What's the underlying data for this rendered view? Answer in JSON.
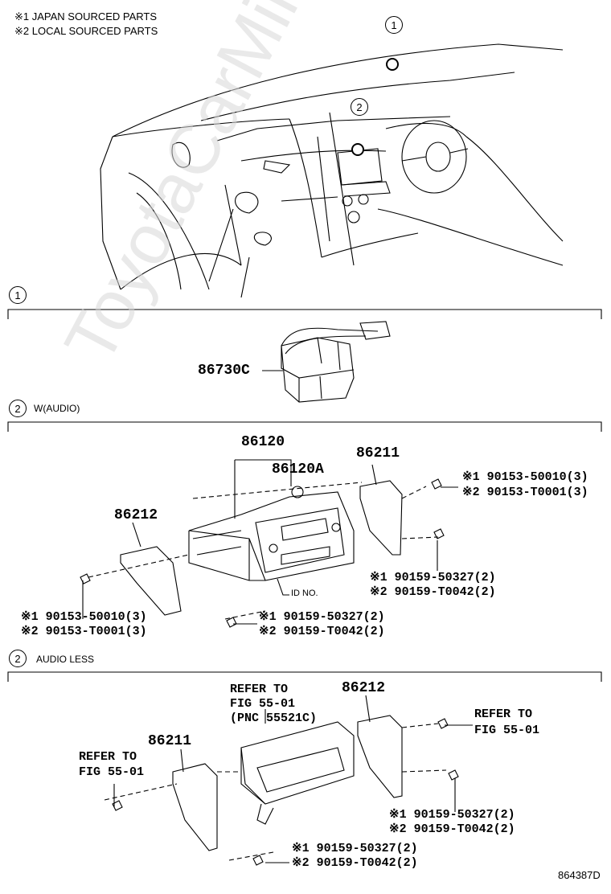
{
  "notes": {
    "note1": "※1 JAPAN SOURCED PARTS",
    "note2": "※2 LOCAL SOURCED PARTS"
  },
  "callouts": {
    "c1": "1",
    "c2": "2"
  },
  "sections": {
    "s1_num": "1",
    "s2a_num": "2",
    "s2a_title": "W(AUDIO)",
    "s2b_num": "2",
    "s2b_title": "AUDIO LESS"
  },
  "section1": {
    "part": "86730C"
  },
  "section2a": {
    "p86120": "86120",
    "p86120A": "86120A",
    "p86211": "86211",
    "p86212": "86212",
    "id_no": "ID NO.",
    "r_top1": "※1 90153-50010(3)",
    "r_top2": "※2 90153-T0001(3)",
    "r_mid1": "※1 90159-50327(2)",
    "r_mid2": "※2 90159-T0042(2)",
    "l_bot1": "※1 90153-50010(3)",
    "l_bot2": "※2 90153-T0001(3)",
    "c_bot1": "※1 90159-50327(2)",
    "c_bot2": "※2 90159-T0042(2)"
  },
  "section2b": {
    "ref_center_1": "REFER TO",
    "ref_center_2": "FIG 55-01",
    "ref_center_3": "(PNC 55521C)",
    "p86212": "86212",
    "p86211": "86211",
    "ref_left_1": "REFER TO",
    "ref_left_2": "FIG 55-01",
    "ref_right_1": "REFER TO",
    "ref_right_2": "FIG 55-01",
    "r_mid1": "※1 90159-50327(2)",
    "r_mid2": "※2 90159-T0042(2)",
    "c_bot1": "※1 90159-50327(2)",
    "c_bot2": "※2 90159-T0042(2)"
  },
  "drawing_code": "864387D",
  "watermark": "ToyotaCarMine.ru"
}
